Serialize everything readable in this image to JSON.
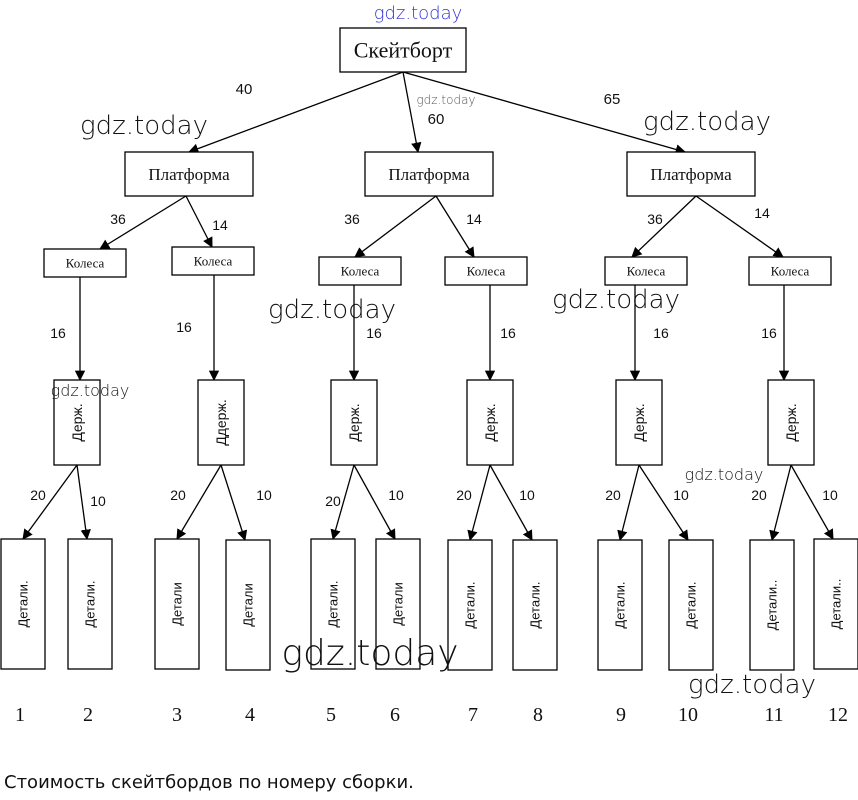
{
  "diagram": {
    "root": {
      "label": "Скейтборт"
    },
    "platforms": [
      {
        "label": "Платформа",
        "edge_label": "40"
      },
      {
        "label": "Платформа",
        "edge_label": "60"
      },
      {
        "label": "Платформа",
        "edge_label": "65"
      }
    ],
    "wheels": [
      {
        "label": "Колеса",
        "edge_label": "36",
        "parent": 0
      },
      {
        "label": "Колеса",
        "edge_label": "14",
        "parent": 0
      },
      {
        "label": "Колеса",
        "edge_label": "36",
        "parent": 1
      },
      {
        "label": "Колеса",
        "edge_label": "14",
        "parent": 1
      },
      {
        "label": "Колеса",
        "edge_label": "36",
        "parent": 2
      },
      {
        "label": "Колеса",
        "edge_label": "14",
        "parent": 2
      }
    ],
    "holders": [
      {
        "label": "Держ.",
        "edge_label": "16"
      },
      {
        "label": "Ддерж.",
        "edge_label": "16"
      },
      {
        "label": "Держ.",
        "edge_label": "16"
      },
      {
        "label": "Держ.",
        "edge_label": "16"
      },
      {
        "label": "Держ.",
        "edge_label": "16"
      },
      {
        "label": "Держ.",
        "edge_label": "16"
      }
    ],
    "details": [
      {
        "label": "Детали.",
        "edge_label": "20",
        "number": "1"
      },
      {
        "label": "Детали.",
        "edge_label": "10",
        "number": "2"
      },
      {
        "label": "Детали",
        "edge_label": "20",
        "number": "3"
      },
      {
        "label": "Детали",
        "edge_label": "10",
        "number": "4"
      },
      {
        "label": "Детали.",
        "edge_label": "20",
        "number": "5"
      },
      {
        "label": "Детали",
        "edge_label": "10",
        "number": "6"
      },
      {
        "label": "Детали.",
        "edge_label": "20",
        "number": "7"
      },
      {
        "label": "Детали.",
        "edge_label": "10",
        "number": "8"
      },
      {
        "label": "Детали.",
        "edge_label": "20",
        "number": "9"
      },
      {
        "label": "Детали.",
        "edge_label": "10",
        "number": "10"
      },
      {
        "label": "Детали..",
        "edge_label": "20",
        "number": "11"
      },
      {
        "label": "Детали..",
        "edge_label": "10",
        "number": "12"
      }
    ]
  },
  "watermarks": [
    {
      "text": "gdz.today",
      "style": "blue-small"
    },
    {
      "text": "gdz.today",
      "style": "gray-tiny"
    },
    {
      "text": "gdz.today",
      "style": "large"
    },
    {
      "text": "gdz.today",
      "style": "large"
    },
    {
      "text": "gdz.today",
      "style": "large"
    },
    {
      "text": "gdz.today",
      "style": "large"
    },
    {
      "text": "gdz.today",
      "style": "small"
    },
    {
      "text": "gdz.today",
      "style": "small"
    },
    {
      "text": "gdz.today",
      "style": "xlarge"
    },
    {
      "text": "gdz.today",
      "style": "large"
    }
  ],
  "caption": "Стоимость скейтбордов по номеру сборки."
}
